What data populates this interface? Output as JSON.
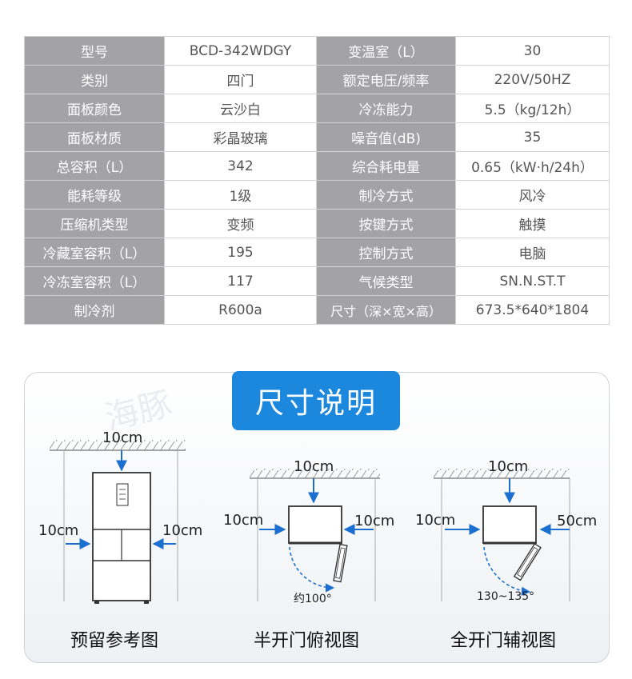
{
  "specs": {
    "rows": [
      {
        "k1": "型号",
        "v1": "BCD-342WDGY",
        "k2": "变温室（L）",
        "v2": "30"
      },
      {
        "k1": "类别",
        "v1": "四门",
        "k2": "额定电压/频率",
        "v2": "220V/50HZ"
      },
      {
        "k1": "面板颜色",
        "v1": "云沙白",
        "k2": "冷冻能力",
        "v2": "5.5（kg/12h）"
      },
      {
        "k1": "面板材质",
        "v1": "彩晶玻璃",
        "k2": "噪音值(dB)",
        "v2": "35"
      },
      {
        "k1": "总容积（L）",
        "v1": "342",
        "k2": "综合耗电量",
        "v2": "0.65（kW·h/24h）"
      },
      {
        "k1": "能耗等级",
        "v1": "1级",
        "k2": "制冷方式",
        "v2": "风冷"
      },
      {
        "k1": "压缩机类型",
        "v1": "变频",
        "k2": "按键方式",
        "v2": "触摸"
      },
      {
        "k1": "冷藏室容积（L）",
        "v1": "195",
        "k2": "控制方式",
        "v2": "电脑"
      },
      {
        "k1": "冷冻室容积（L）",
        "v1": "117",
        "k2": "气候类型",
        "v2": "SN.N.ST.T"
      },
      {
        "k1": "制冷剂",
        "v1": "R600a",
        "k2": "尺寸（深×宽×高）",
        "v2": "673.5*640*1804"
      }
    ]
  },
  "dimension": {
    "title": "尺寸说明",
    "watermark": "海豚",
    "front": {
      "top": "10cm",
      "left": "10cm",
      "right": "10cm",
      "caption": "预留参考图"
    },
    "half": {
      "top": "10cm",
      "left": "10cm",
      "right": "10cm",
      "angle": "约100°",
      "caption": "半开门俯视图"
    },
    "full": {
      "top": "10cm",
      "left": "10cm",
      "right": "50cm",
      "angle": "130~135°",
      "caption": "全开门辅视图"
    }
  },
  "colors": {
    "header_gray": "#a3a3a6",
    "accent_blue": "#1b87dd",
    "arrow_blue": "#1b6fd0"
  }
}
